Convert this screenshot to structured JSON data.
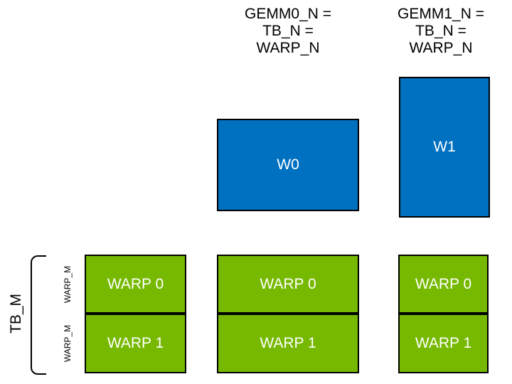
{
  "headers": {
    "gemm0": "GEMM0_N =\nTB_N =\nWARP_N",
    "gemm1": "GEMM1_N =\nTB_N =\nWARP_N"
  },
  "blue_boxes": {
    "w0": "W0",
    "w1": "W1"
  },
  "columns": {
    "left": {
      "cells": [
        "WARP 0",
        "WARP 1"
      ]
    },
    "middle": {
      "cells": [
        "WARP 0",
        "WARP 1"
      ]
    },
    "right": {
      "cells": [
        "WARP 0",
        "WARP 1"
      ]
    }
  },
  "side": {
    "tb_m": "TB_M",
    "warp_m_top": "WARP_M",
    "warp_m_bottom": "WARP_M"
  },
  "colors": {
    "warp_green": "#76B900",
    "tile_blue": "#0070C0",
    "border_black": "#000000",
    "label_white": "#FFFFFF",
    "text_black": "#000000",
    "background": "#FFFFFF"
  }
}
